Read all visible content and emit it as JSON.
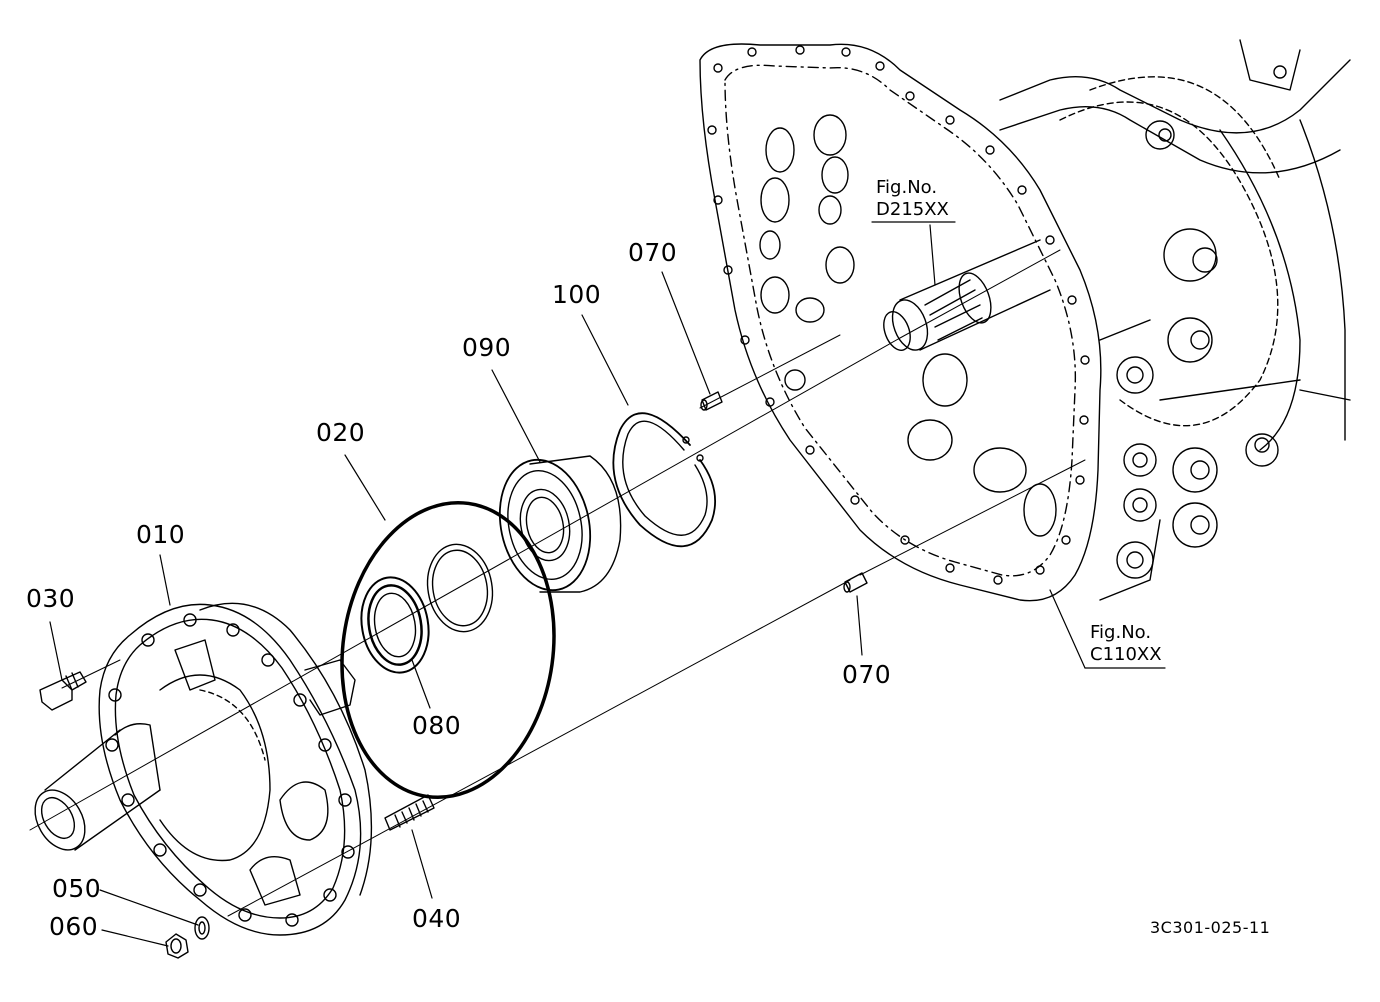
{
  "callouts": {
    "c010": "010",
    "c020": "020",
    "c030": "030",
    "c040": "040",
    "c050": "050",
    "c060": "060",
    "c070_top": "070",
    "c070_bottom": "070",
    "c080": "080",
    "c090": "090",
    "c100": "100"
  },
  "figure_refs": {
    "d215": {
      "label": "Fig.No.",
      "number": "D215XX"
    },
    "c110": {
      "label": "Fig.No.",
      "number": "C110XX"
    }
  },
  "document_number": "3C301-025-11"
}
